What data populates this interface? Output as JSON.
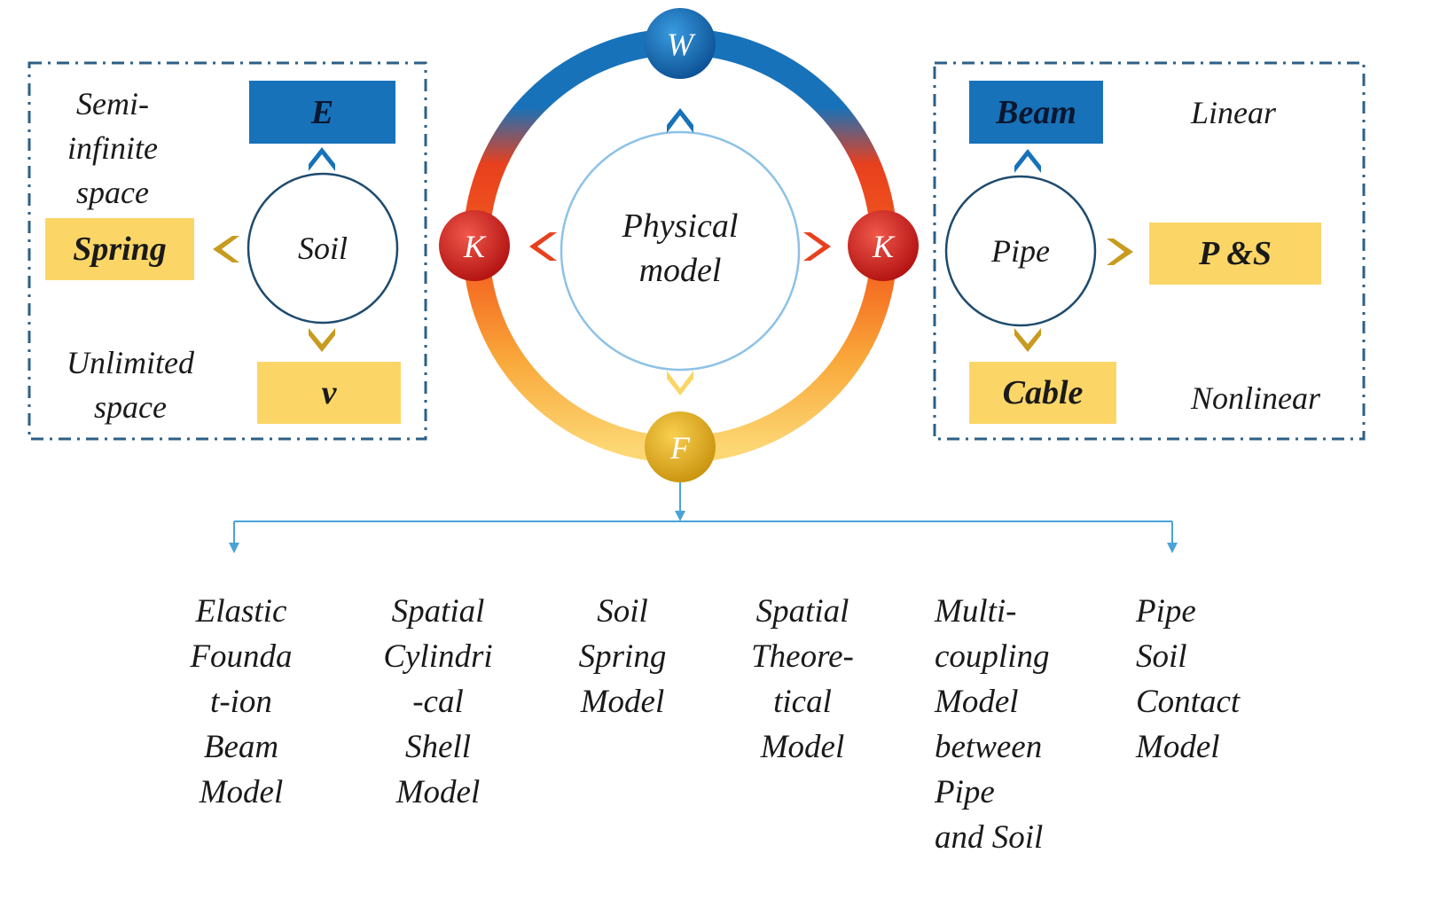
{
  "diagram": {
    "colors": {
      "blue": "#1772b9",
      "red": "#e0301e",
      "orange": "#f7941d",
      "yellow": "#fbd667",
      "gold": "#c89b1f",
      "line_blue": "#4aa3d8",
      "dash": "#2c5f86"
    },
    "ring_nodes": {
      "top": "W",
      "left": "K",
      "right": "K",
      "bottom": "F"
    },
    "center_label": "Physical\nmodel",
    "soil_panel": {
      "circle_label": "Soil",
      "top_box": "E",
      "left_box": "Spring",
      "bottom_box": "v",
      "top_text": "Semi-\ninfinite\nspace",
      "bottom_text": "Unlimited\nspace"
    },
    "pipe_panel": {
      "circle_label": "Pipe",
      "top_box": "Beam",
      "right_box": "P &S",
      "bottom_box": "Cable",
      "top_text": "Linear",
      "bottom_text": "Nonlinear"
    },
    "models": [
      "Elastic\nFounda\nt-ion\nBeam\nModel",
      "Spatial\nCylindri\n-cal\nShell\nModel",
      "Soil\nSpring\nModel",
      "Spatial\nTheore-\ntical\nModel",
      "Multi-\ncoupling\nModel\nbetween\nPipe\nand Soil",
      "Pipe\nSoil\nContact\nModel"
    ]
  }
}
